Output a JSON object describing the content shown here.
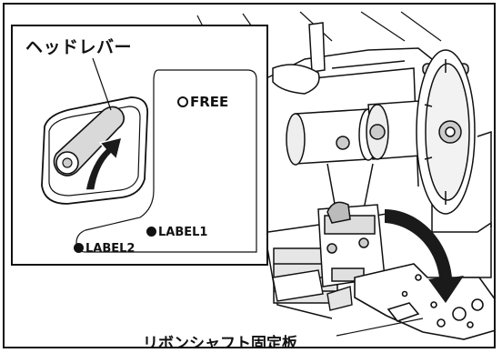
{
  "labels": {
    "head_lever": "ヘッドレバー",
    "free": "FREE",
    "label1": "LABEL1",
    "label2": "LABEL2",
    "ribbon_shaft_plate": "リボンシャフト固定板"
  },
  "colors": {
    "line": "#111111",
    "arrow": "#1a1a1a",
    "background": "#ffffff",
    "part_gray": "#cfcfcf"
  }
}
